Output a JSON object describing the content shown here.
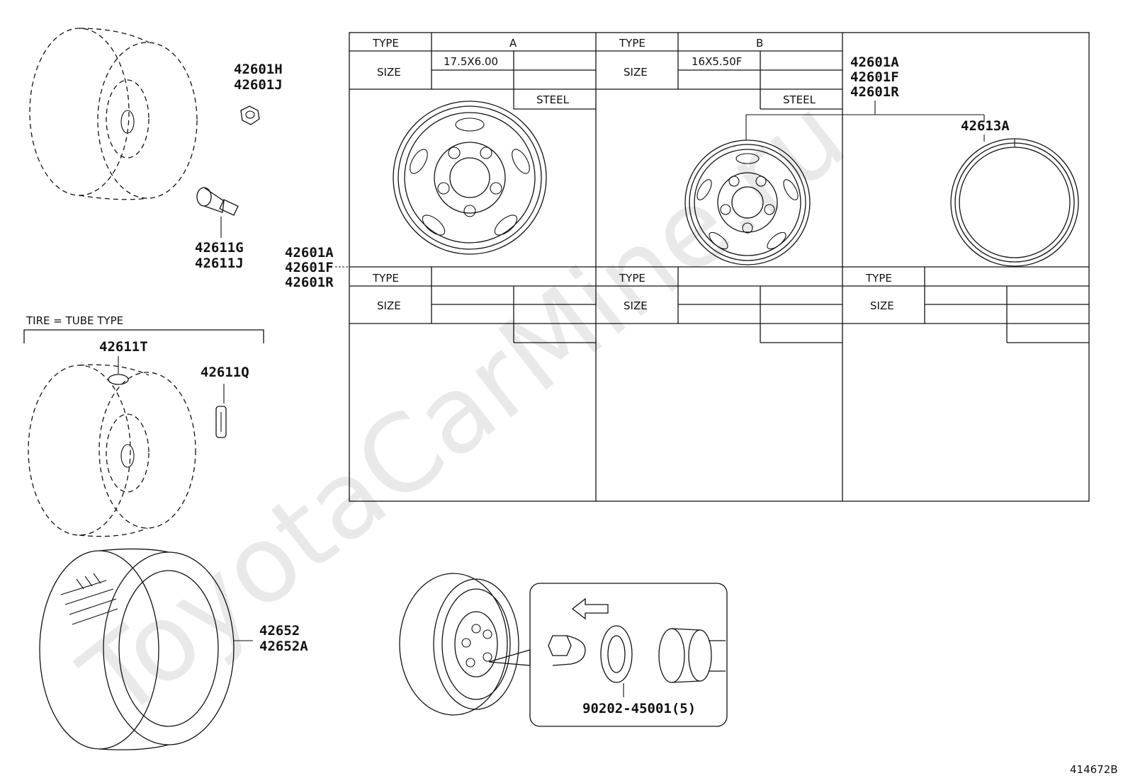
{
  "watermark": "ToyotaCarMine.ru",
  "diagram_id": "414672B",
  "parts": {
    "nut_h": "42601H",
    "nut_j": "42601J",
    "valve_g": "42611G",
    "valve_j": "42611J",
    "flap_t": "42611T",
    "clip_q": "42611Q",
    "tire_1": "42652",
    "tire_2": "42652A",
    "wheel_a": "42601A",
    "wheel_f": "42601F",
    "wheel_r": "42601R",
    "ring": "42613A",
    "hub_nut": "90202-45001(5)"
  },
  "tube_note": "TIRE = TUBE TYPE",
  "table": {
    "type_label": "TYPE",
    "size_label": "SIZE",
    "col1": {
      "type": "A",
      "size": "17.5X6.00",
      "material": "STEEL"
    },
    "col2": {
      "type": "B",
      "size": "16X5.50F",
      "material": "STEEL"
    }
  }
}
